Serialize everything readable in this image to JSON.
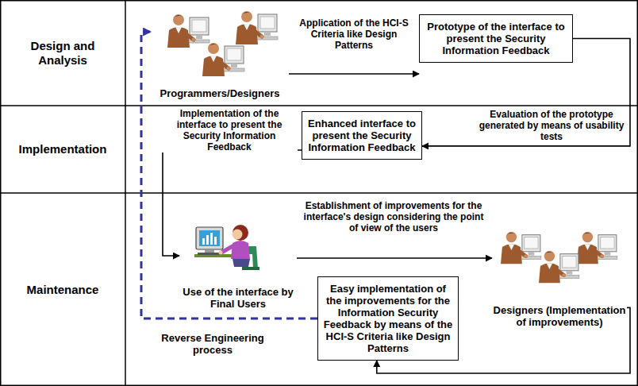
{
  "diagram": {
    "nodes": [
      {
        "text": [
          "Design and Analysis"
        ]
      },
      {
        "text": [
          "Programmers/Designers"
        ]
      },
      {
        "text": [
          "Prototype of the interface to present the Security Information Feedback"
        ]
      },
      {
        "text": [
          "Implementation"
        ]
      },
      {
        "text": [
          "Enhanced interface to present the Security Information Feedback"
        ]
      },
      {
        "text": [
          "Maintenance"
        ]
      },
      {
        "text": [
          "Use of the interface by Final Users"
        ]
      },
      {
        "text": [
          "Designers (Implementation of improvements)"
        ]
      },
      {
        "text": [
          "Easy implementation of the improvements for the Information Security Feedback by means of the HCI-S Criteria like Design Patterns"
        ]
      }
    ],
    "edges": [
      {
        "from": 1,
        "to": 2,
        "arrow": "to",
        "label": "Application of the HCI-S Criteria like Design Patterns"
      },
      {
        "from": 2,
        "to": 4,
        "arrow": "to",
        "label": "Evaluation of the prototype generated by means of usability tests"
      },
      {
        "from": 4,
        "to": 6,
        "arrow": "to",
        "label": "Implementation of the interface to present the Security Information Feedback"
      },
      {
        "from": 6,
        "to": 7,
        "arrow": "to",
        "label": "Establishment of improvements for the interface's design considering the point of view of the users"
      },
      {
        "from": 7,
        "to": 8,
        "arrow": "to"
      },
      {
        "from": 8,
        "to": 1,
        "arrow": "to",
        "label": "Reverse Engineering process"
      }
    ]
  }
}
